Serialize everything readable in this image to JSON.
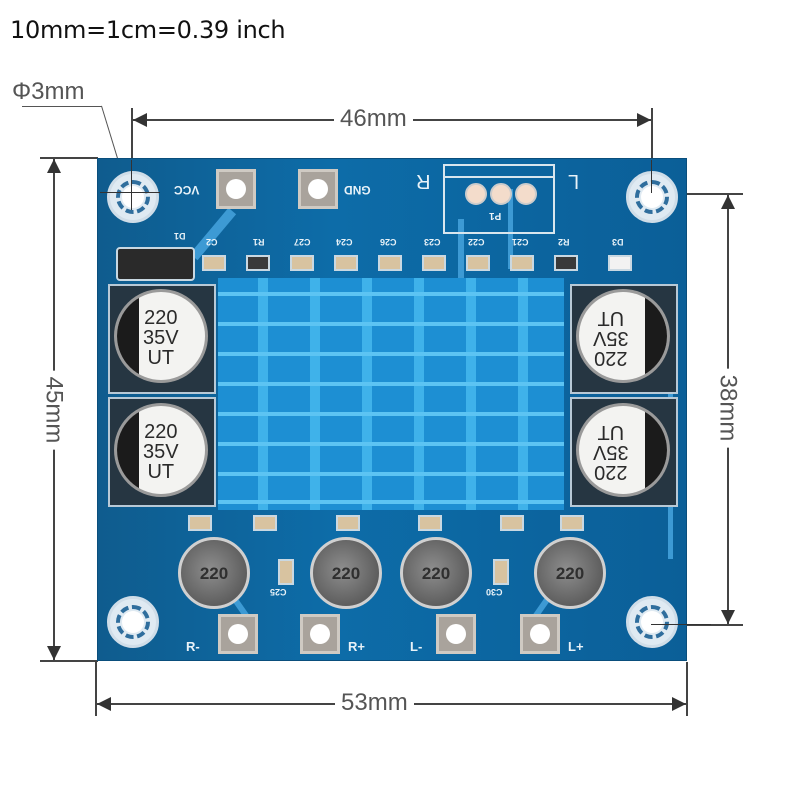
{
  "header": {
    "conversion_note": "10mm=1cm=0.39 inch"
  },
  "dimensions": {
    "hole_diameter": "Φ3mm",
    "hole_spacing_horizontal": "46mm",
    "hole_spacing_vertical": "38mm",
    "board_height": "45mm",
    "board_width": "53mm"
  },
  "board": {
    "color": "#0d6ca8",
    "power_pads": [
      {
        "label": "VCC"
      },
      {
        "label": "GND"
      }
    ],
    "input_connector": {
      "label": "P1",
      "channel_right": "R",
      "channel_left": "L",
      "pins": 3
    },
    "top_components": [
      "D1",
      "C2",
      "R1",
      "C27",
      "C24",
      "C26",
      "C23",
      "C22",
      "C21",
      "R2",
      "D3"
    ],
    "capacitors": [
      {
        "value": "220",
        "voltage": "35V",
        "brand": "UT"
      },
      {
        "value": "220",
        "voltage": "35V",
        "brand": "UT"
      },
      {
        "value": "220",
        "voltage": "35V",
        "brand": "UT"
      },
      {
        "value": "220",
        "voltage": "35V",
        "brand": "UT"
      }
    ],
    "inductors": [
      {
        "value": "220"
      },
      {
        "value": "220"
      },
      {
        "value": "220"
      },
      {
        "value": "220"
      }
    ],
    "bottom_smd_labels": [
      "C25",
      "C30"
    ],
    "speaker_outputs": [
      {
        "label": "R-"
      },
      {
        "label": "R+"
      },
      {
        "label": "L-"
      },
      {
        "label": "L+"
      }
    ],
    "heatsink_color": "#1d8fd3"
  }
}
